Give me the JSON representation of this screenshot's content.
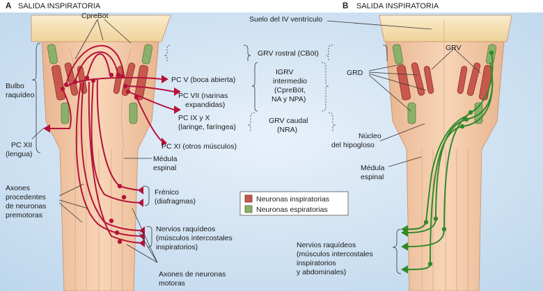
{
  "panel_a": {
    "letter": "A",
    "title": "SALIDA INSPIRATORIA",
    "cprebot": "CpreBöt",
    "bulbo": [
      "Bulbo",
      "raquídeo"
    ],
    "pc_xii": [
      "PC XII",
      "(lengua)"
    ],
    "pc_v": "PC V (boca abierta)",
    "pc_vii": [
      "PC VII (narinas",
      "expandidas)"
    ],
    "pc_ix_x": [
      "PC IX y X",
      "(laringe, faríngea)"
    ],
    "pc_xi": "PC XI (otros músculos)",
    "medula": [
      "Médula",
      "espinal"
    ],
    "axones_premotoras": [
      "Axones",
      "procedentes",
      "de neuronas",
      "premotoras"
    ],
    "frenico": [
      "Frénico",
      "(diafragmas)"
    ],
    "nervios": [
      "Nervios raquídeos",
      "(músculos intercostales",
      "inspiratorios)"
    ],
    "axones_motoras": [
      "Axones de neuronas",
      "motoras"
    ]
  },
  "middle": {
    "grv_rostral": "GRV rostral (CBöt)",
    "igrv": [
      "IGRV",
      "intermedio",
      "(CpreBöt,",
      "NA y NPA)"
    ],
    "grv_caudal": [
      "GRV caudal",
      "(NRA)"
    ]
  },
  "legend": {
    "items": [
      {
        "label": "Neuronas inspiratorias",
        "color": "#c8584d"
      },
      {
        "label": "Neuronas espiratorias",
        "color": "#8ab06a"
      }
    ]
  },
  "panel_b": {
    "letter": "B",
    "title": "SALIDA INSPIRATORIA",
    "suelo": "Suelo del IV ventrículo",
    "grv": "GRV",
    "grd": "GRD",
    "nucleo": [
      "Núcleo",
      "del hipogloso"
    ],
    "medula": [
      "Médula",
      "espinal"
    ],
    "nervios": [
      "Nervios raquídeos",
      "(músculos intercostales",
      "inspiratorios",
      "y abdominales)"
    ]
  },
  "colors": {
    "background": "#cfe3f3",
    "tissue": "#f2c9a6",
    "tissue_stroke": "#c98f68",
    "top_cream": "#f8e4b6",
    "inspiratory_path": "#b5123a",
    "expiratory_path": "#2f8a2a"
  }
}
